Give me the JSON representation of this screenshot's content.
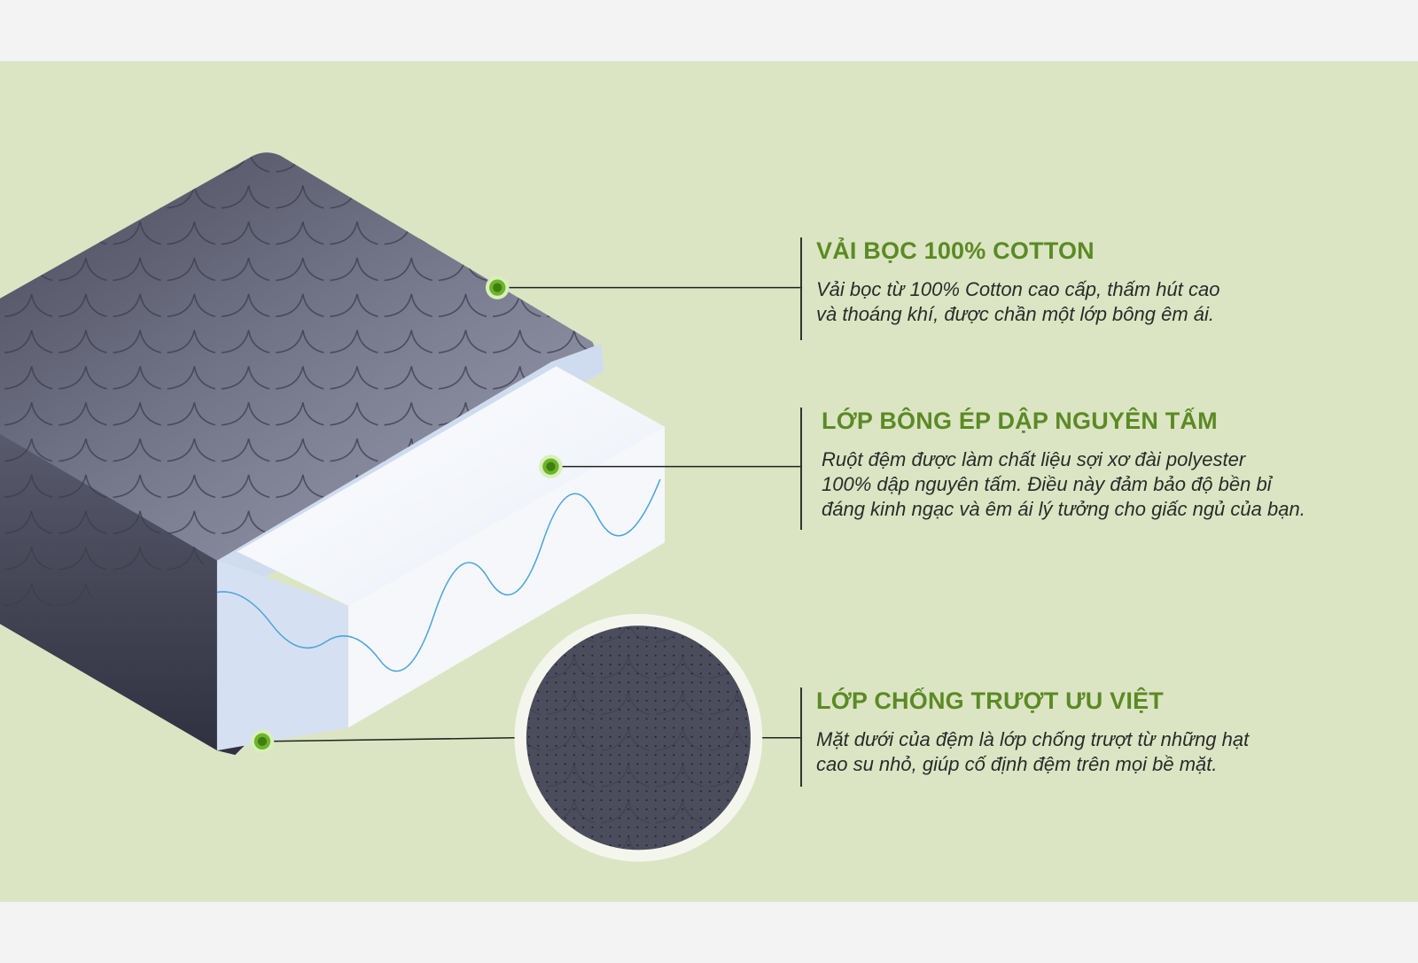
{
  "colors": {
    "background": "#dce5c3",
    "heading": "#5b8a25",
    "dot": "#6db42a",
    "fabric": "#5e6070"
  },
  "features": [
    {
      "title": "VẢI BỌC 100% COTTON",
      "lines": [
        "Vải bọc từ 100% Cotton cao cấp, thấm hút cao",
        "và thoáng khí, được chần một lớp bông êm ái."
      ]
    },
    {
      "title": "LỚP BÔNG ÉP DẬP NGUYÊN TẤM",
      "lines": [
        "Ruột đệm được làm chất liệu sợi xơ đài polyester",
        "100% dập nguyên tấm. Điều này đảm bảo độ bền bỉ",
        "đáng kinh ngạc và êm ái lý tưởng cho giấc ngủ của bạn."
      ]
    },
    {
      "title": "LỚP CHỐNG TRƯỢT ƯU VIỆT",
      "lines": [
        "Mặt dưới của đệm là lớp chống trượt từ những hạt",
        "cao su nhỏ, giúp cố định đệm trên mọi bề mặt."
      ]
    }
  ]
}
